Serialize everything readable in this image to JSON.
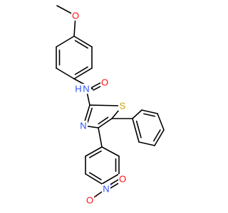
{
  "molecule": {
    "atom_colors": {
      "C": "#000000",
      "O": "#ff0d0d",
      "N": "#3050f8",
      "S": "#c8a000"
    },
    "labels": {
      "methoxy_o": "O",
      "carbonyl_o": "O",
      "amide_n": "N",
      "amide_h": "H",
      "thiazole_s": "S",
      "thiazole_n": "N",
      "nitro_n": "N",
      "nitro_n_charge": "+",
      "nitro_o_top": "O",
      "nitro_o_bottom": "O",
      "nitro_o_charge": "−"
    }
  }
}
